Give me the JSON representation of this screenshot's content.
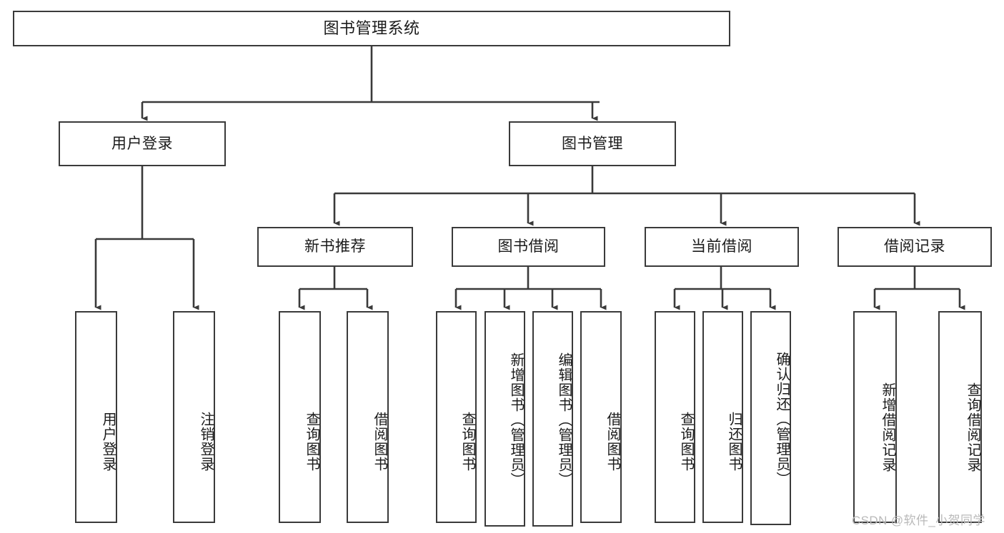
{
  "diagram": {
    "title": "图书管理系统",
    "type": "tree-hierarchy-chart",
    "watermark": "CSDN @软件_小贺同学",
    "colors": {
      "stroke": "#3a3a3a",
      "fill": "#ffffff",
      "text": "#1b1b1b",
      "watermark": "#b9b9b9"
    },
    "nodes": {
      "root": {
        "label": "图书管理系统",
        "level": 1
      },
      "user_login": {
        "label": "用户登录",
        "level": 2
      },
      "book_manage": {
        "label": "图书管理",
        "level": 2
      },
      "new_book_rec": {
        "label": "新书推荐",
        "level": 3
      },
      "book_borrow": {
        "label": "图书借阅",
        "level": 3
      },
      "current_borrow": {
        "label": "当前借阅",
        "level": 3
      },
      "borrow_record": {
        "label": "借阅记录",
        "level": 3
      },
      "leaf_user_login": {
        "label": "用户登录",
        "level": 4
      },
      "leaf_logout": {
        "label": "注销登录",
        "level": 4
      },
      "leaf_query_book_1": {
        "label": "查询图书",
        "level": 4
      },
      "leaf_borrow_book_1": {
        "label": "借阅图书",
        "level": 4
      },
      "leaf_query_book_2": {
        "label": "查询图书",
        "level": 4
      },
      "leaf_add_book": {
        "label": "新增图书（管理员）",
        "level": 4
      },
      "leaf_edit_book": {
        "label": "编辑图书（管理员）",
        "level": 4
      },
      "leaf_borrow_book_2": {
        "label": "借阅图书",
        "level": 4
      },
      "leaf_query_book_3": {
        "label": "查询图书",
        "level": 4
      },
      "leaf_return_book": {
        "label": "归还图书",
        "level": 4
      },
      "leaf_confirm_return": {
        "label": "确认归还（管理员）",
        "level": 4
      },
      "leaf_add_record": {
        "label": "新增借阅记录",
        "level": 4
      },
      "leaf_query_record": {
        "label": "查询借阅记录",
        "level": 4
      }
    }
  }
}
